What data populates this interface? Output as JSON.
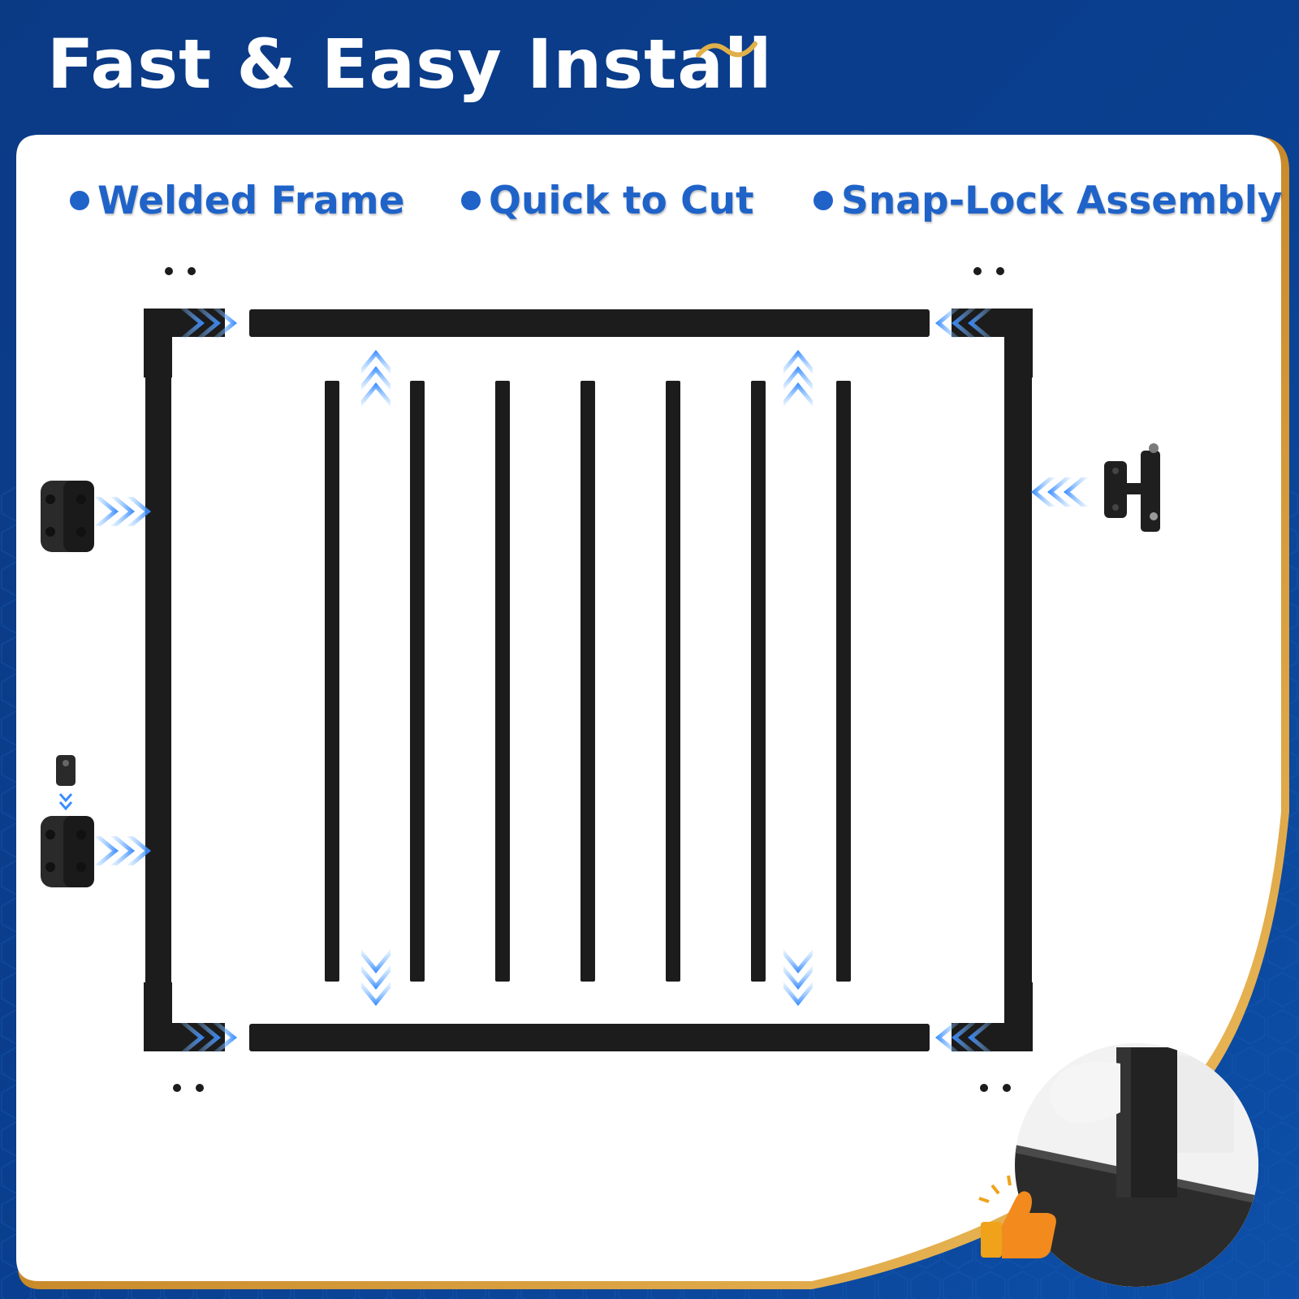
{
  "header": {
    "title": "Fast & Easy Install"
  },
  "features": [
    {
      "label": "Welded Frame"
    },
    {
      "label": "Quick to Cut"
    },
    {
      "label": "Snap-Lock Assembly"
    }
  ],
  "colors": {
    "background_blue": "#0a3a86",
    "accent_blue": "#1f63c8",
    "gold_trim": "#d9a441",
    "frame_black": "#1c1c1c",
    "arrow_blue": "#3a8dff"
  },
  "icons": {
    "hinges": [
      "hinge-icon",
      "hinge-icon"
    ],
    "latch": "gravity-latch-icon",
    "cap": "hinge-cap-icon",
    "thumb": "thumbs-up-icon"
  }
}
